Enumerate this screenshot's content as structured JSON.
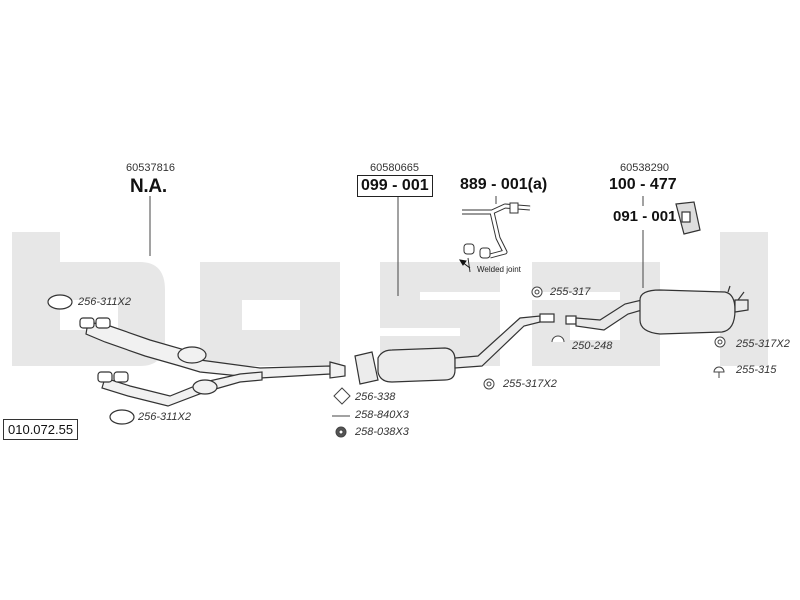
{
  "article_code": "010.072.55",
  "watermark": "bosal",
  "groups": [
    {
      "ref": "60537816",
      "part": "N.A."
    },
    {
      "ref": "60580665",
      "part": "099 - 001"
    },
    {
      "part": "889 - 001(a)",
      "note": "Welded joint"
    },
    {
      "ref": "60538290",
      "part": "100 - 477",
      "subpart": "091 - 001"
    }
  ],
  "fittings": [
    "256-311X2",
    "256-311X2",
    "256-338",
    "258-840X3",
    "258-038X3",
    "255-317",
    "255-317X2",
    "250-248",
    "255-317X2",
    "255-315"
  ]
}
